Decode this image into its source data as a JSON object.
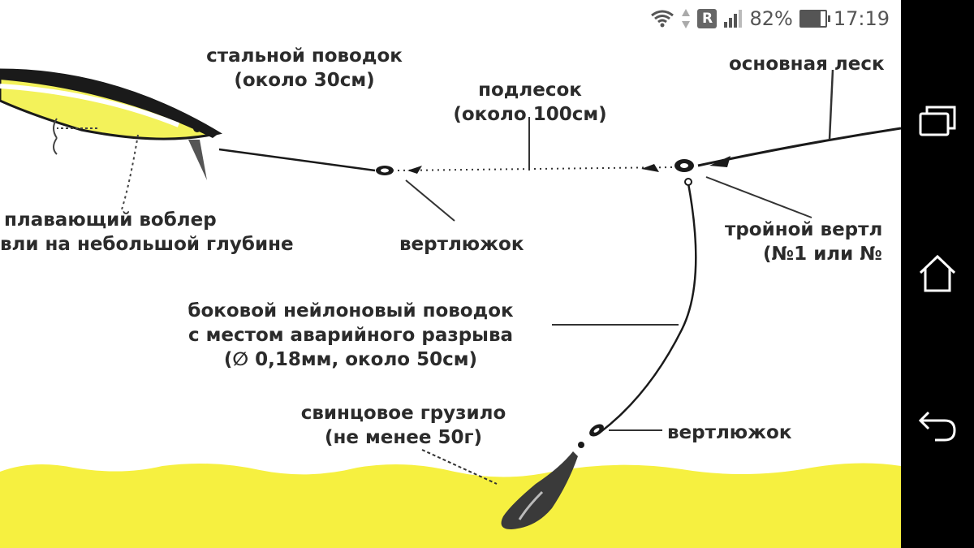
{
  "status_bar": {
    "roaming_badge": "R",
    "battery_percent": "82%",
    "battery_level": 0.82,
    "time": "17:19",
    "icons": [
      "wifi-icon",
      "data-arrows-icon",
      "roaming-icon",
      "cell-signal-icon",
      "battery-icon"
    ]
  },
  "diagram": {
    "steel_leader": [
      "стальной поводок",
      "(около 30см)"
    ],
    "sub_line": [
      "подлесок",
      "(около 100см)"
    ],
    "main_line": "основная леск",
    "lure": [
      "плавающий воблер",
      "вли на небольшой глубине"
    ],
    "swivel_top": "вертлюжок",
    "triple_swivel": [
      "тройной вертл",
      "(№1 или №"
    ],
    "side_leader": [
      "боковой нейлоновый поводок",
      "с  местом аварийного разрыва",
      "(∅ 0,18мм,  около 50см)"
    ],
    "sinker": [
      "свинцовое грузило",
      "(не менее 50г)"
    ],
    "swivel_bottom": "вертлюжок"
  },
  "colors": {
    "lure_yellow": "#f3f25a",
    "ground_yellow": "#f6f040",
    "ink": "#2b2b2b",
    "nav_bar": "#000000"
  },
  "nav_bar": {
    "buttons": [
      "recent-apps-icon",
      "home-icon",
      "back-icon"
    ]
  }
}
